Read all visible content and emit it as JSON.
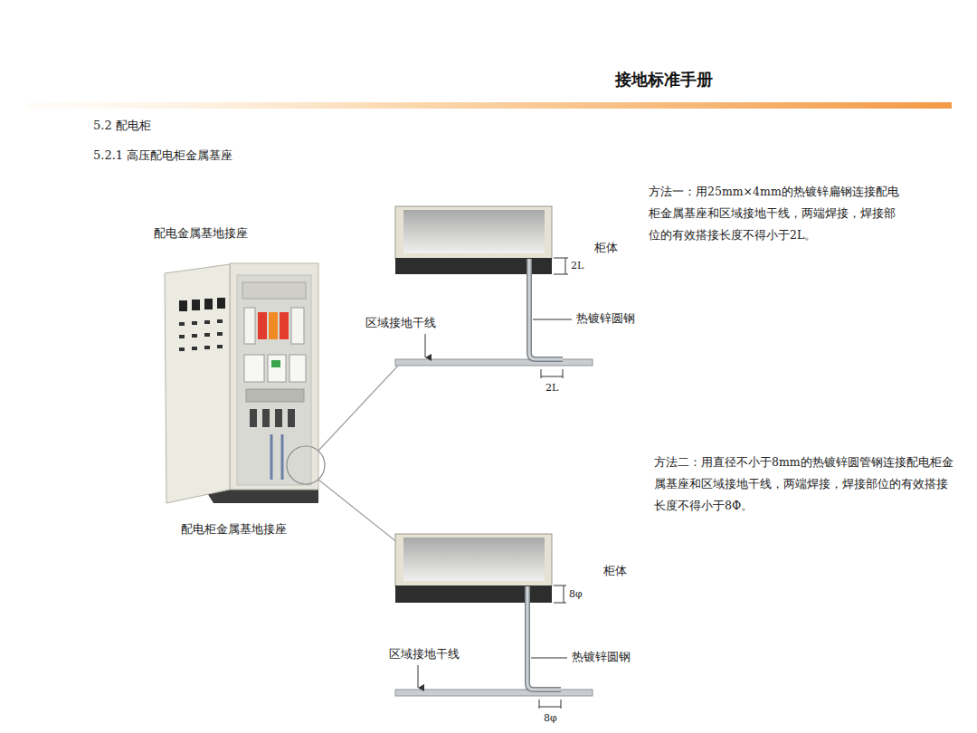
{
  "diagram": {
    "title": "接地标准手册",
    "labels": [
      "5.2 配电柜",
      "5.2.1 高压配电柜金属基座",
      "配电金属基地接座",
      "配电柜金属基地接座",
      "方法一：用25mm×4mm的热镀锌扁钢连接配电柜金属基座和区域接地干线，两端焊接，焊接部位的有效搭接长度不得小于2L。",
      "柜体",
      "2L",
      "区域接地干线",
      "热镀锌圆钢",
      "2L",
      "方法二：用直径不小于8mm的热镀锌圆管钢连接配电柜金属基座和区域接地干线，两端焊接，焊接部位的有效搭接长度不得小于8Φ。",
      "柜体",
      "8φ",
      "区域接地干线",
      "热镀锌圆钢",
      "8φ"
    ]
  }
}
